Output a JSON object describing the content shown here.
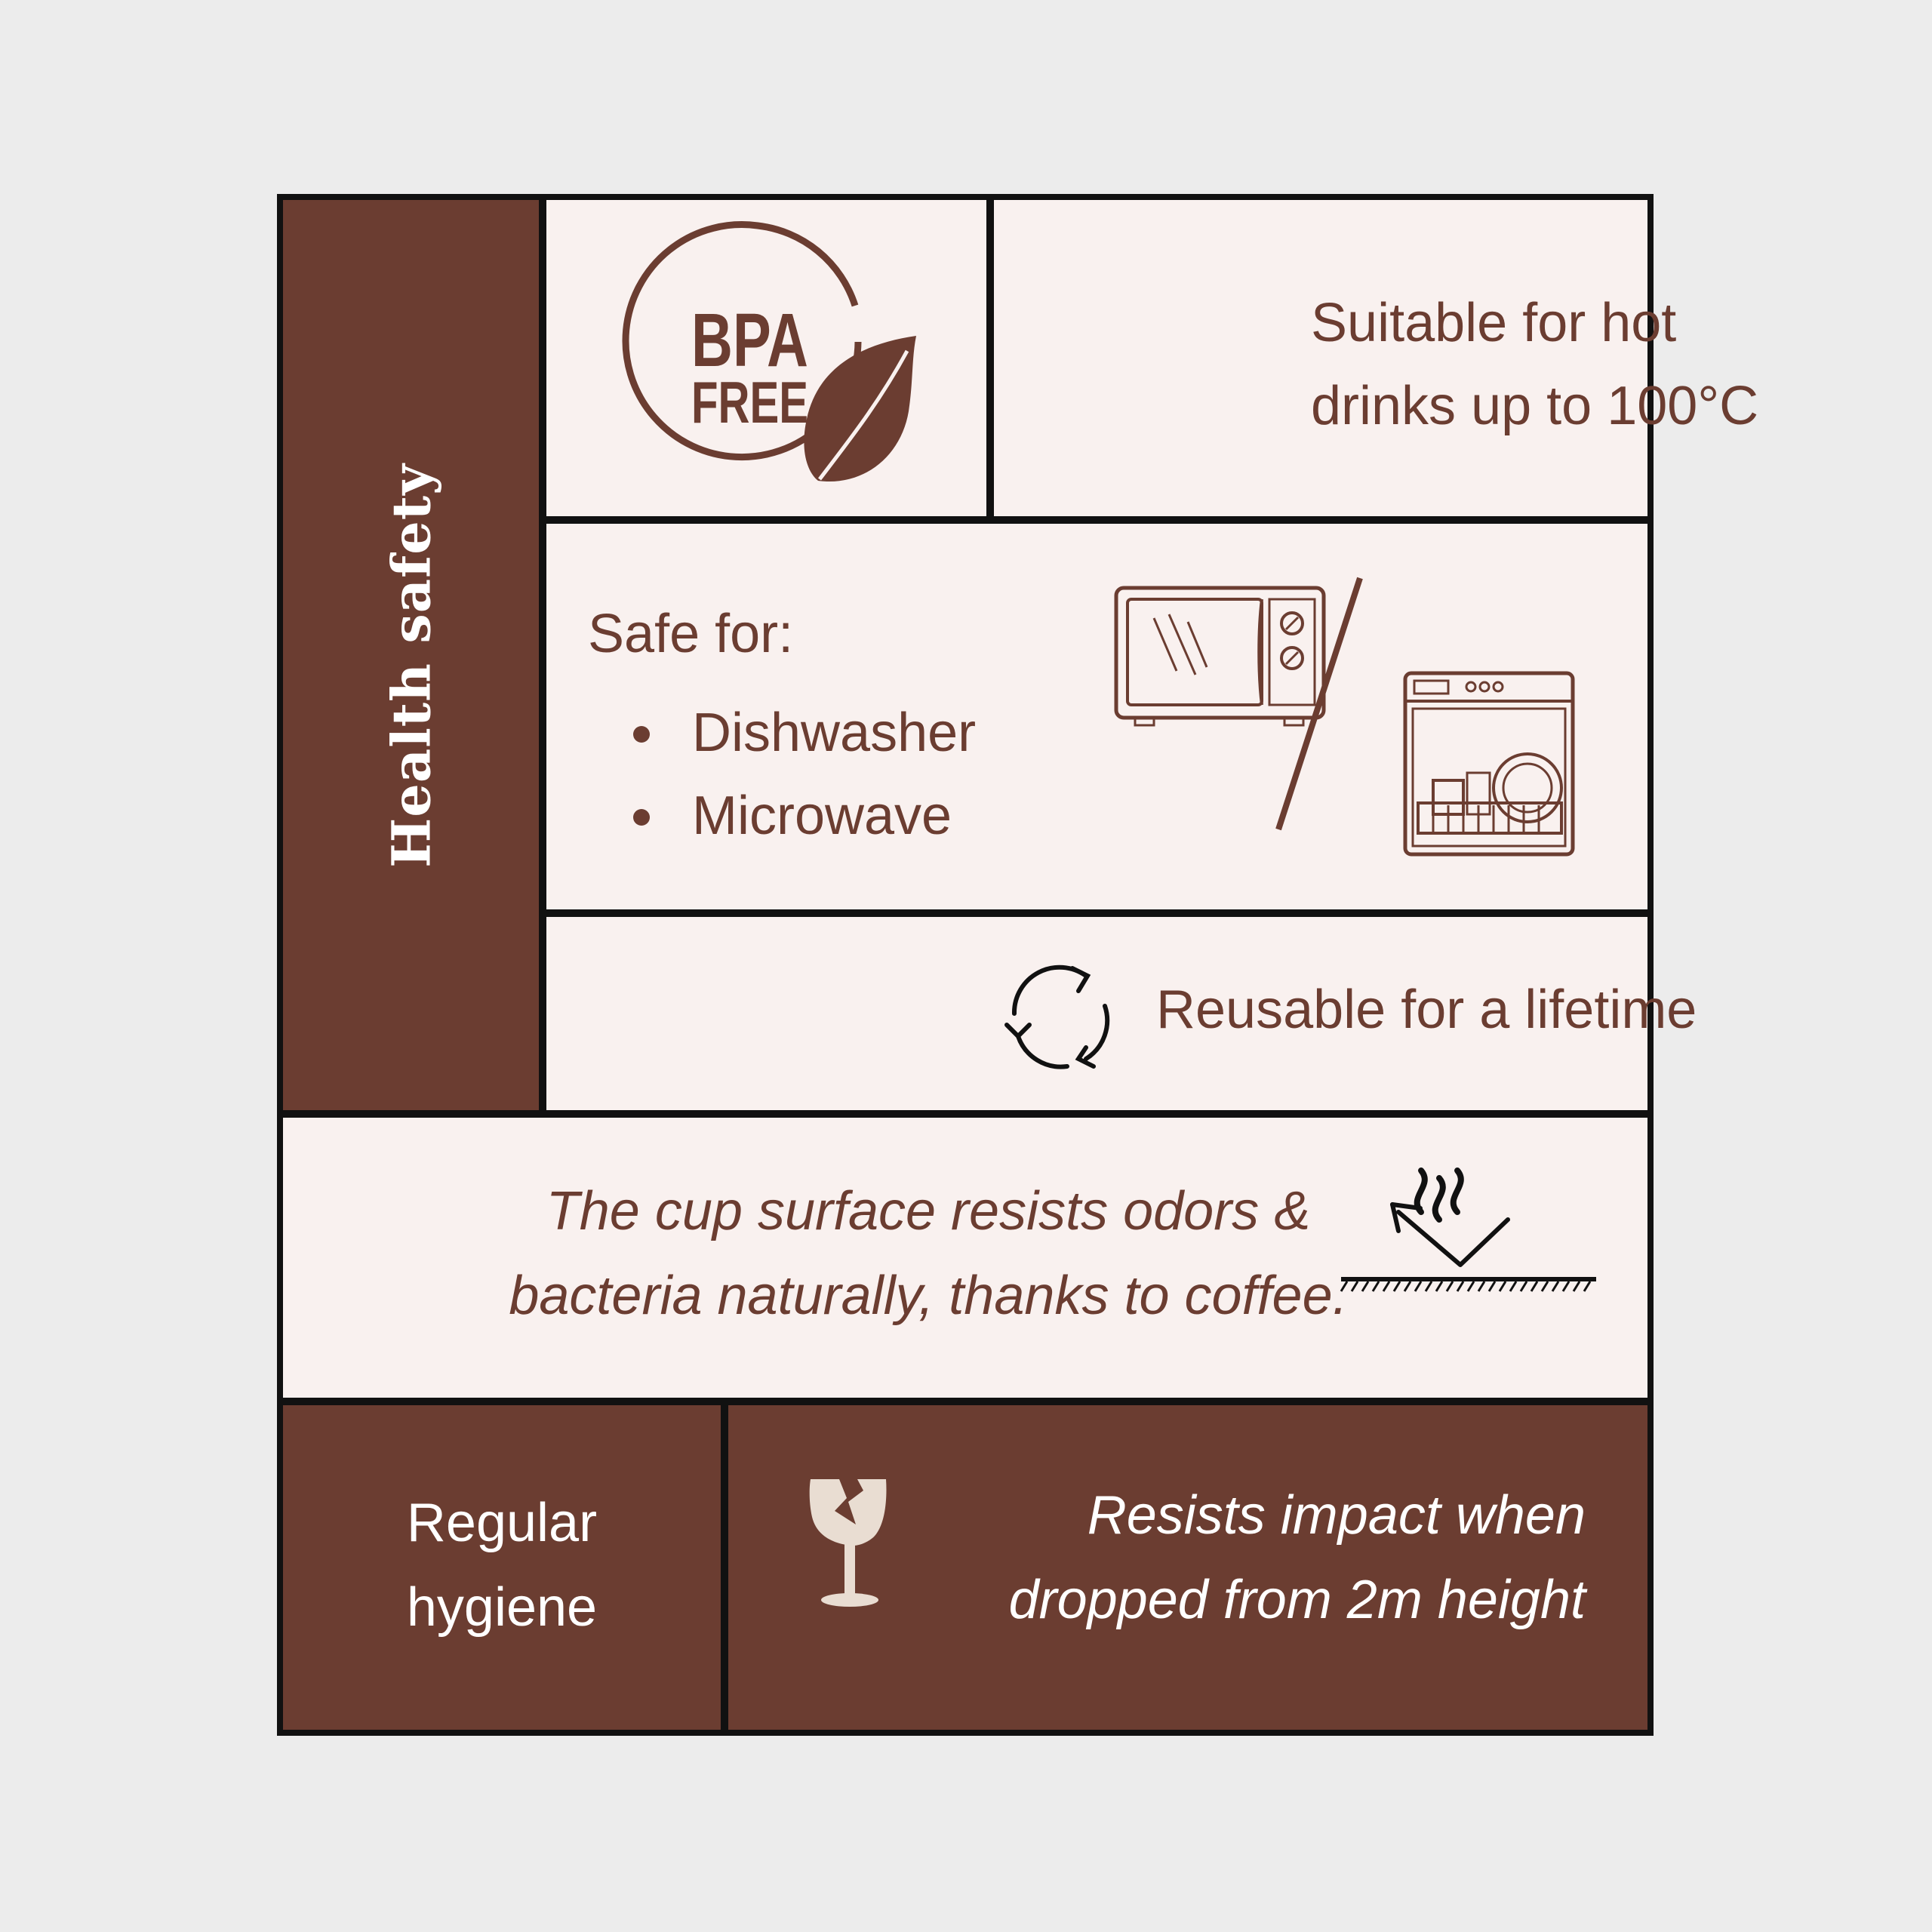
{
  "side": {
    "title": "Health safety"
  },
  "bpa": {
    "line1": "BPA",
    "line2": "FREE"
  },
  "hot": {
    "lines": [
      "Suitable for hot",
      "drinks up to 100°C"
    ]
  },
  "safe": {
    "heading": "Safe for:",
    "items": [
      "Dishwasher",
      "Microwave"
    ]
  },
  "reuse": {
    "label": "Reusable for a lifetime"
  },
  "odor": {
    "lines": [
      "The cup surface resists odors &",
      "bacteria naturally, thanks to coffee."
    ]
  },
  "hygiene": {
    "lines": [
      "Regular",
      "hygiene"
    ]
  },
  "drop": {
    "lines": [
      "Resists impact when",
      "dropped from 2m height"
    ]
  },
  "colors": {
    "brown": "#6b3d31",
    "cream": "#f9f1ef",
    "border": "#111111",
    "background": "#ececec",
    "icon_light": "#e9ddd2"
  }
}
